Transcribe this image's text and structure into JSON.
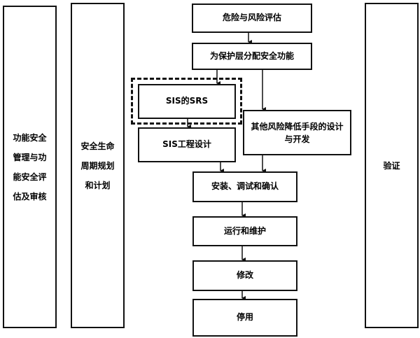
{
  "columns": {
    "management": "功能安全管理与功能安全评估及审核",
    "planning": "安全生命周期规划和计划",
    "verification": "验证"
  },
  "steps": {
    "hazard_risk_assessment": "危险与风险评估",
    "allocate_safety_functions": "为保护层分配安全功能",
    "sis_srs": "SIS的SRS",
    "sis_engineering_design": "SIS工程设计",
    "other_risk_reduction": "其他风险降低手段的设计与开发",
    "install_commission_validate": "安装、调试和确认",
    "operation_maintenance": "运行和维护",
    "modification": "修改",
    "decommissioning": "停用"
  },
  "highlight": {
    "dashed_group": "sis_srs"
  }
}
